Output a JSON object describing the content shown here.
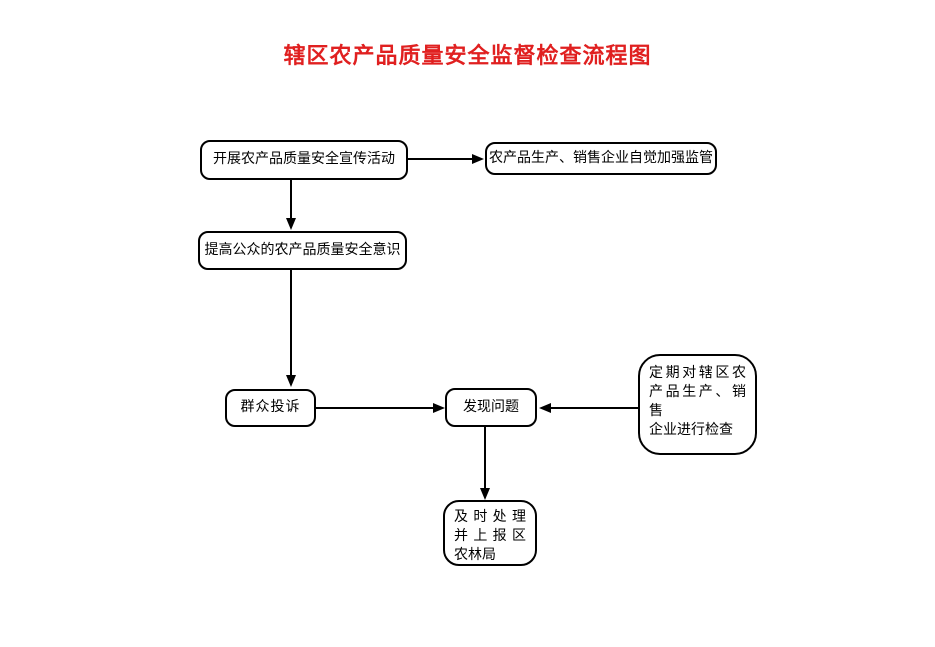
{
  "title": {
    "text": "辖区农产品质量安全监督检查流程图",
    "color": "#e02020"
  },
  "nodes": {
    "publicity": {
      "label": "开展农产品质量安全宣传活动"
    },
    "self_regulation": {
      "label": "农产品生产、销售企业自觉加强监管"
    },
    "awareness": {
      "label": "提高公众的农产品质量安全意识"
    },
    "complaints": {
      "label": "群众投诉"
    },
    "find_problems": {
      "label": "发现问题"
    },
    "periodic_inspection": {
      "lines": [
        "定期对辖区农",
        "产品生产、销售",
        "企业进行检查"
      ]
    },
    "handle_report": {
      "lines": [
        "及时处理",
        "并上报区",
        "农林局"
      ]
    }
  },
  "colors": {
    "background": "#ffffff",
    "line": "#000000",
    "title_red": "#e02020"
  }
}
